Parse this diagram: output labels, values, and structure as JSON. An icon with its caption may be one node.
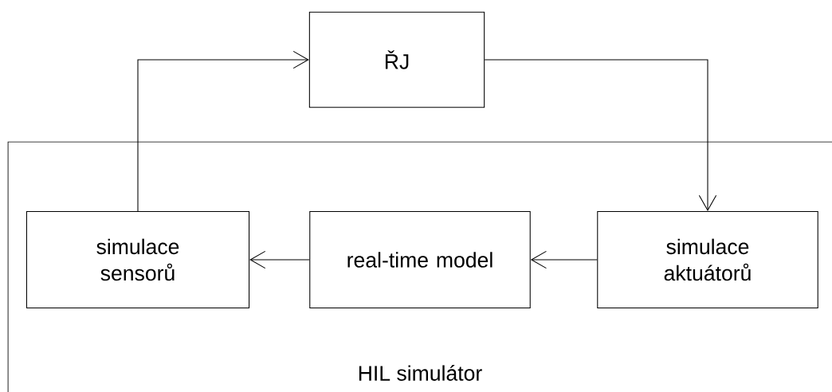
{
  "diagram": {
    "nodes": [
      {
        "text": [
          "HIL simulátor"
        ]
      },
      {
        "text": [
          "ŘJ"
        ]
      },
      {
        "text": [
          "simulace sensorů"
        ],
        "in": 0
      },
      {
        "text": [
          "real-time model"
        ],
        "in": 0
      },
      {
        "text": [
          "simulace aktuátorů"
        ],
        "in": 0
      }
    ],
    "edges": [
      {
        "from": 2,
        "to": 1,
        "arrow": "to"
      },
      {
        "from": 1,
        "to": 4,
        "arrow": "to"
      },
      {
        "from": 4,
        "to": 3,
        "arrow": "to"
      },
      {
        "from": 3,
        "to": 2,
        "arrow": "to"
      }
    ]
  }
}
